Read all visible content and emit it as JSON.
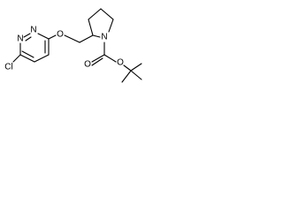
{
  "structure": {
    "atoms": {
      "chlorine": "Cl",
      "ring_nitrogen_1": "N",
      "ring_nitrogen_2": "N",
      "ether_oxygen": "O",
      "pyrrolidine_nitrogen": "N",
      "carbonyl_oxygen": "O",
      "ester_oxygen": "O"
    }
  }
}
